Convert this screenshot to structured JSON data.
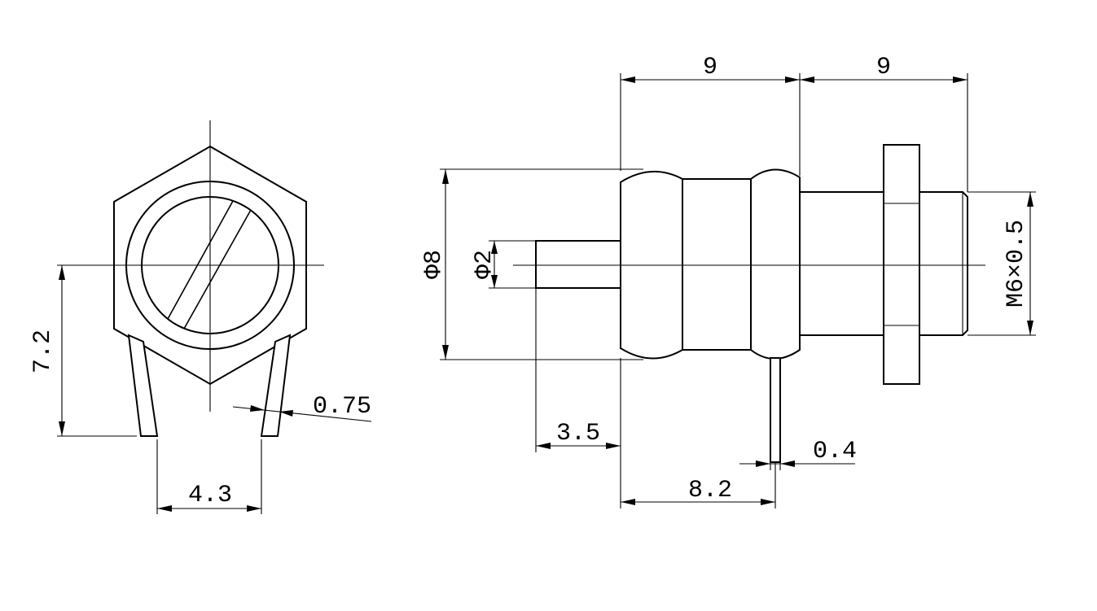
{
  "dimensions": {
    "front_height": "7.2",
    "pin_spacing": "4.3",
    "pin_width": "0.75",
    "body_length": "9",
    "thread_length": "9",
    "body_diameter": "Φ8",
    "plunger_diameter": "Φ2",
    "plunger_length": "3.5",
    "pin_position": "8.2",
    "pin_thickness": "0.4",
    "thread_spec": "M6×0.5"
  }
}
